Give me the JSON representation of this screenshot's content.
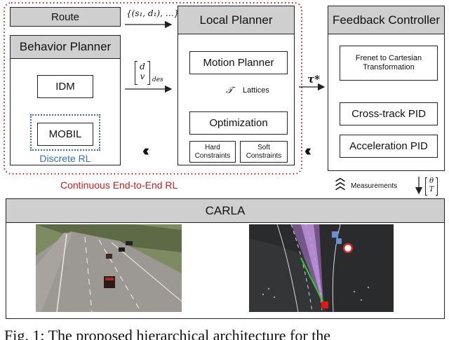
{
  "route": {
    "label": "Route",
    "output": "{(s₁, d₁), …}"
  },
  "behavior_planner": {
    "title": "Behavior Planner",
    "idm": "IDM",
    "mobil": "MOBIL",
    "discrete_label": "Discrete RL",
    "output_top": "d",
    "output_bottom": "v",
    "output_sub": "des"
  },
  "continuous_label": "Continuous End-to-End RL",
  "local_planner": {
    "title": "Local Planner",
    "motion_planner": "Motion Planner",
    "tau_symbol": "𝒯",
    "lattices": "Lattices",
    "optimization": "Optimization",
    "hard_constraints": "Hard Constraints",
    "soft_constraints": "Soft Constraints",
    "output": "τ*"
  },
  "feedback_controller": {
    "title": "Feedback Controller",
    "frenet": "Frenet to Cartesian Transformation",
    "cross_track": "Cross-track PID",
    "acceleration": "Acceleration PID",
    "measurements": "Measurements",
    "output_top": "θ",
    "output_bottom": "T"
  },
  "carla": {
    "title": "CARLA"
  },
  "caption": "Fig. 1: The proposed hierarchical architecture for the",
  "colors": {
    "red_dotted": "#c81e1e",
    "blue_dotted": "#3a6fb0",
    "header_gray": "#cfcfcf",
    "path_purple": "#b57ad6",
    "path_green": "#33cc33"
  }
}
